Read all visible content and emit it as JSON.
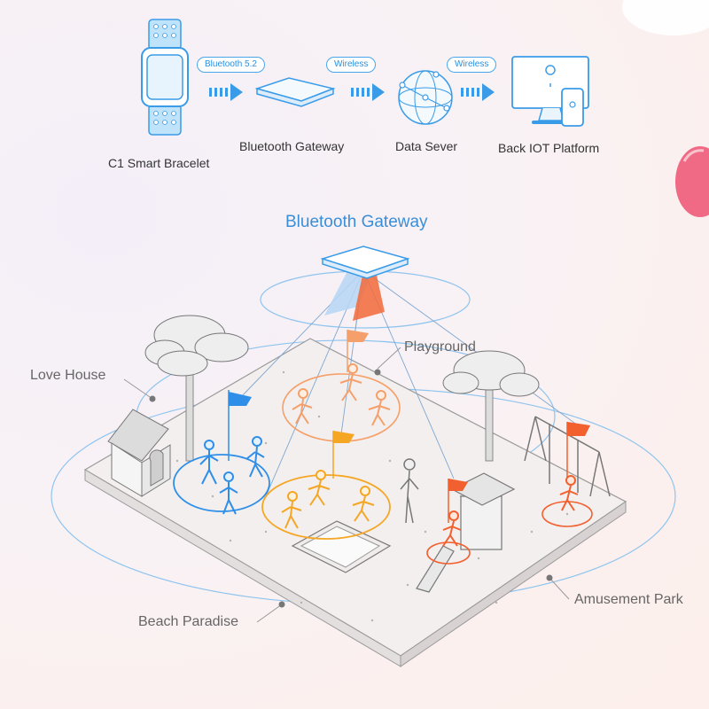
{
  "flow": {
    "nodes": [
      {
        "label": "C1 Smart Bracelet",
        "icon": "smart-bracelet-icon"
      },
      {
        "label": "Bluetooth Gateway",
        "icon": "gateway-device-icon"
      },
      {
        "label": "Data Sever",
        "icon": "globe-server-icon"
      },
      {
        "label": "Back IOT Platform",
        "icon": "monitor-phone-icon"
      }
    ],
    "links": [
      "Bluetooth 5.2",
      "Wireless",
      "Wireless"
    ]
  },
  "scene": {
    "title": "Bluetooth Gateway",
    "areas": [
      "Love House",
      "Playground",
      "Beach Paradise",
      "Amusement Park"
    ]
  },
  "colors": {
    "accent": "#3a9be8",
    "orange": "#f5a623",
    "red": "#f2602f",
    "blue": "#2f8fe8",
    "balloon": "#f06a86"
  }
}
